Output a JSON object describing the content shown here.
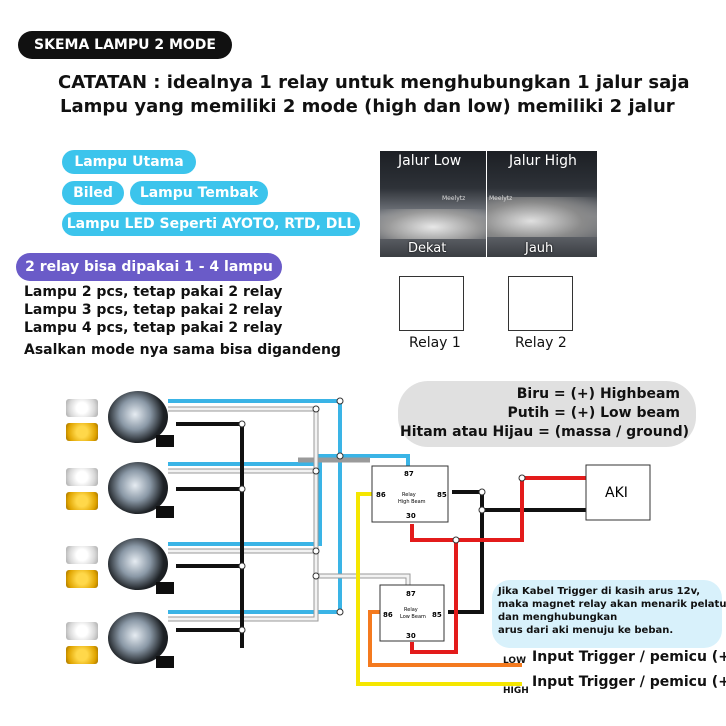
{
  "title": "SKEMA LAMPU  2 MODE",
  "note": {
    "line1": "CATATAN : idealnya 1 relay untuk menghubungkan 1 jalur saja",
    "line2": "Lampu yang memiliki 2 mode (high dan low) memiliki 2 jalur"
  },
  "lamp_types": [
    "Lampu Utama",
    "Biled",
    "Lampu Tembak",
    "Lampu LED Seperti AYOTO, RTD, DLL"
  ],
  "relay_info": {
    "badge": "2 relay bisa dipakai 1 - 4 lampu",
    "lines": [
      "Lampu 2 pcs, tetap pakai 2 relay",
      "Lampu 3 pcs, tetap pakai 2 relay",
      "Lampu 4 pcs, tetap pakai 2 relay",
      "Asalkan mode nya sama bisa digandeng"
    ]
  },
  "beam_photos": {
    "low": {
      "title": "Jalur Low",
      "caption": "Dekat",
      "relay": "Relay 1",
      "watermark": "Meelytz"
    },
    "high": {
      "title": "Jalur High",
      "caption": "Jauh",
      "relay": "Relay 2",
      "watermark": "Meelytz"
    }
  },
  "legend": {
    "line1": "Biru = (+) Highbeam",
    "line2": "Putih = (+) Low beam",
    "line3": "Hitam atau Hijau = (massa / ground)"
  },
  "relay_high": {
    "pin87": "87",
    "pin86": "86",
    "pin85": "85",
    "pin30": "30",
    "label1": "Relay",
    "label2": "High Beam"
  },
  "relay_low": {
    "pin87": "87",
    "pin86": "86",
    "pin85": "85",
    "pin30": "30",
    "label1": "Relay",
    "label2": "Low Beam"
  },
  "battery": "AKI",
  "callout": [
    "Jika Kabel Trigger di kasih arus 12v,",
    "maka magnet relay akan menarik pelatuk,",
    "dan menghubungkan",
    "arus dari aki menuju ke beban."
  ],
  "triggers": {
    "low": {
      "tag": "LOW",
      "text": "Input Trigger / pemicu (+)"
    },
    "high": {
      "tag": "HIGH",
      "text": "Input Trigger / pemicu (+)"
    }
  },
  "colors": {
    "blue_wire": "#3ab4e6",
    "white_wire": "#f2f2f2",
    "ground_wire": "#111111",
    "red_wire": "#e31b1b",
    "orange_wire": "#f47a1f",
    "yellow_wire": "#f5e600",
    "pill_blue": "#3cc4ec",
    "pill_purple": "#6a5bc8"
  }
}
